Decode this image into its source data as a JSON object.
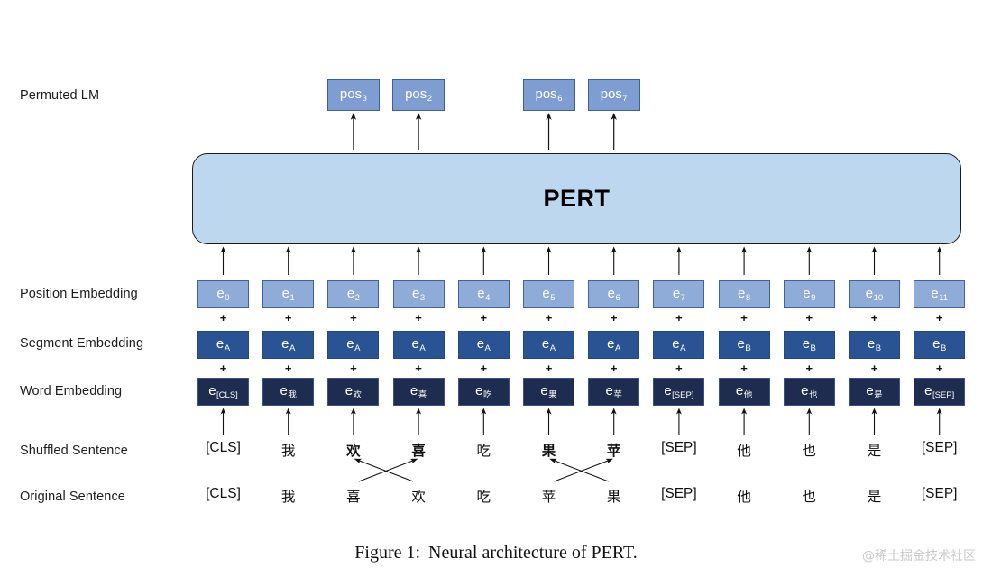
{
  "figure": {
    "caption_number": "Figure 1:",
    "caption_text": "Neural architecture of PERT.",
    "watermark": "@稀土掘金技术社区",
    "model_name": "PERT"
  },
  "row_labels": {
    "permuted_lm": "Permuted LM",
    "position_embedding": "Position Embedding",
    "segment_embedding": "Segment Embedding",
    "word_embedding": "Word Embedding",
    "shuffled_sentence": "Shuffled Sentence",
    "original_sentence": "Original Sentence"
  },
  "colors": {
    "pert_block": "#bdd7ee",
    "position_embedding_box": "#8fabd8",
    "segment_embedding_box": "#2a5394",
    "word_embedding_box": "#1d2c4f",
    "pos_box": "#7e9ed3",
    "outline": "#1b1b1b",
    "watermark": "#c9c9c9"
  },
  "prediction_heads": [
    {
      "base": "pos",
      "sub": "3",
      "column": 2
    },
    {
      "base": "pos",
      "sub": "2",
      "column": 3
    },
    {
      "base": "pos",
      "sub": "6",
      "column": 5
    },
    {
      "base": "pos",
      "sub": "7",
      "column": 6
    }
  ],
  "columns": [
    {
      "index": 0,
      "position_embedding": {
        "base": "e",
        "sub": "0"
      },
      "segment_embedding": {
        "base": "e",
        "sub": "A"
      },
      "word_embedding": {
        "base": "e",
        "sub": "[CLS]"
      },
      "shuffled_token": "[CLS]",
      "original_token": "[CLS]",
      "swapped": false
    },
    {
      "index": 1,
      "position_embedding": {
        "base": "e",
        "sub": "1"
      },
      "segment_embedding": {
        "base": "e",
        "sub": "A"
      },
      "word_embedding": {
        "base": "e",
        "sub": "我"
      },
      "shuffled_token": "我",
      "original_token": "我",
      "swapped": false
    },
    {
      "index": 2,
      "position_embedding": {
        "base": "e",
        "sub": "2"
      },
      "segment_embedding": {
        "base": "e",
        "sub": "A"
      },
      "word_embedding": {
        "base": "e",
        "sub": "欢"
      },
      "shuffled_token": "欢",
      "original_token": "喜",
      "swapped": true
    },
    {
      "index": 3,
      "position_embedding": {
        "base": "e",
        "sub": "3"
      },
      "segment_embedding": {
        "base": "e",
        "sub": "A"
      },
      "word_embedding": {
        "base": "e",
        "sub": "喜"
      },
      "shuffled_token": "喜",
      "original_token": "欢",
      "swapped": true
    },
    {
      "index": 4,
      "position_embedding": {
        "base": "e",
        "sub": "4"
      },
      "segment_embedding": {
        "base": "e",
        "sub": "A"
      },
      "word_embedding": {
        "base": "e",
        "sub": "吃"
      },
      "shuffled_token": "吃",
      "original_token": "吃",
      "swapped": false
    },
    {
      "index": 5,
      "position_embedding": {
        "base": "e",
        "sub": "5"
      },
      "segment_embedding": {
        "base": "e",
        "sub": "A"
      },
      "word_embedding": {
        "base": "e",
        "sub": "果"
      },
      "shuffled_token": "果",
      "original_token": "苹",
      "swapped": true
    },
    {
      "index": 6,
      "position_embedding": {
        "base": "e",
        "sub": "6"
      },
      "segment_embedding": {
        "base": "e",
        "sub": "A"
      },
      "word_embedding": {
        "base": "e",
        "sub": "苹"
      },
      "shuffled_token": "苹",
      "original_token": "果",
      "swapped": true
    },
    {
      "index": 7,
      "position_embedding": {
        "base": "e",
        "sub": "7"
      },
      "segment_embedding": {
        "base": "e",
        "sub": "A"
      },
      "word_embedding": {
        "base": "e",
        "sub": "[SEP]"
      },
      "shuffled_token": "[SEP]",
      "original_token": "[SEP]",
      "swapped": false
    },
    {
      "index": 8,
      "position_embedding": {
        "base": "e",
        "sub": "8"
      },
      "segment_embedding": {
        "base": "e",
        "sub": "B"
      },
      "word_embedding": {
        "base": "e",
        "sub": "他"
      },
      "shuffled_token": "他",
      "original_token": "他",
      "swapped": false
    },
    {
      "index": 9,
      "position_embedding": {
        "base": "e",
        "sub": "9"
      },
      "segment_embedding": {
        "base": "e",
        "sub": "B"
      },
      "word_embedding": {
        "base": "e",
        "sub": "也"
      },
      "shuffled_token": "也",
      "original_token": "也",
      "swapped": false
    },
    {
      "index": 10,
      "position_embedding": {
        "base": "e",
        "sub": "10"
      },
      "segment_embedding": {
        "base": "e",
        "sub": "B"
      },
      "word_embedding": {
        "base": "e",
        "sub": "是"
      },
      "shuffled_token": "是",
      "original_token": "是",
      "swapped": false
    },
    {
      "index": 11,
      "position_embedding": {
        "base": "e",
        "sub": "11"
      },
      "segment_embedding": {
        "base": "e",
        "sub": "B"
      },
      "word_embedding": {
        "base": "e",
        "sub": "[SEP]"
      },
      "shuffled_token": "[SEP]",
      "original_token": "[SEP]",
      "swapped": false
    }
  ],
  "plus_sign": "+",
  "swap_pairs": [
    [
      2,
      3
    ],
    [
      5,
      6
    ]
  ]
}
